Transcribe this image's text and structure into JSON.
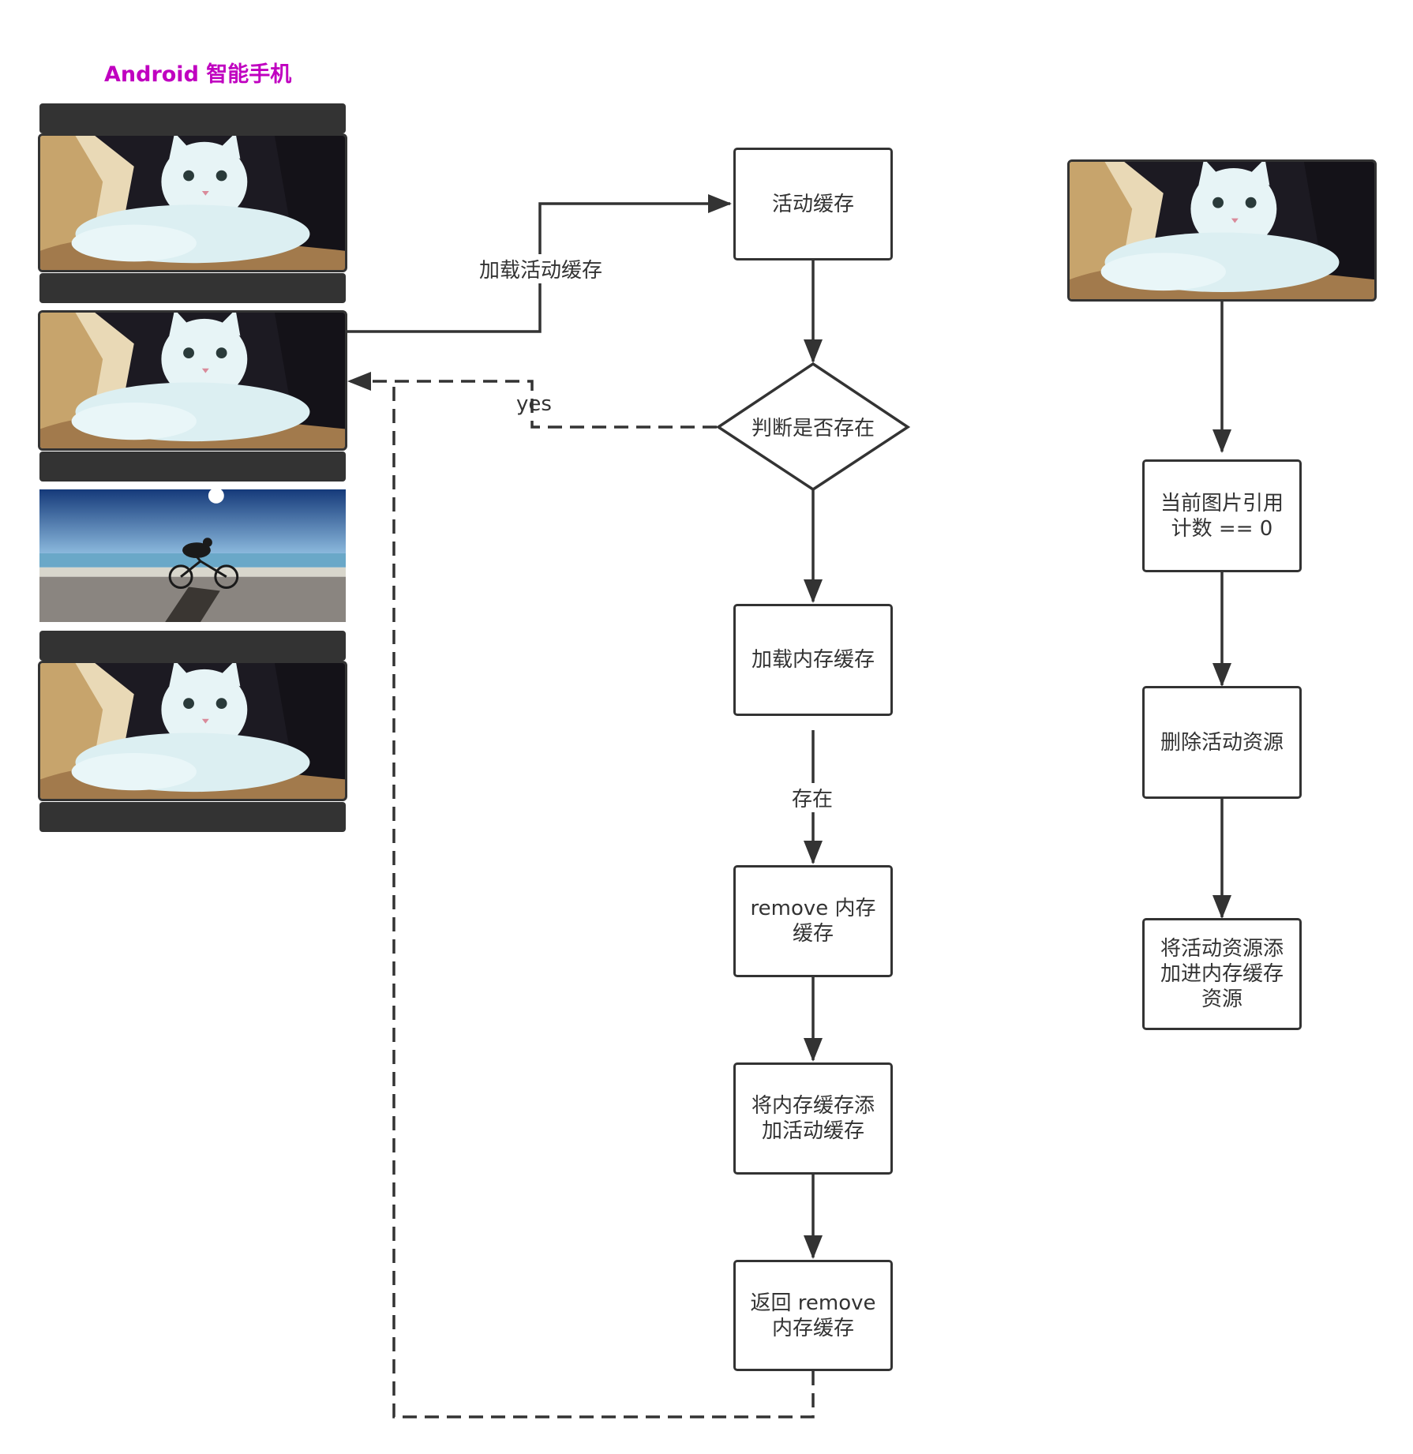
{
  "title": {
    "text": "Android 智能手机",
    "color": "#c000c0"
  },
  "nodes": {
    "active_cache": "活动缓存",
    "decision": "判断是否存在",
    "load_memory_cache": "加载内存缓存",
    "remove_memory_cache": "remove 内存\n缓存",
    "add_to_active_cache": "将内存缓存添\n加活动缓存",
    "return_remove": "返回 remove\n内存缓存",
    "ref_count_zero": "当前图片引用\n计数 == 0",
    "delete_active_resource": "删除活动资源",
    "add_active_to_memory": "将活动资源添\n加进内存缓存\n资源"
  },
  "edges": {
    "load_active_cache": "加载活动缓存",
    "yes": "yes",
    "exists": "存在"
  },
  "images": {
    "phone_images": [
      "cat-photo",
      "cat-photo",
      "cyclist-beach-photo",
      "cat-photo"
    ],
    "right_image": "cat-photo"
  },
  "colors": {
    "line": "#333333",
    "title": "#c000c0"
  }
}
